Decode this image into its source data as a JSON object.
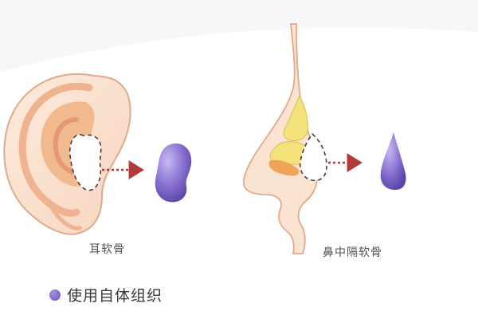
{
  "diagram": {
    "ear_label": "耳软骨",
    "nose_label": "鼻中隔软骨",
    "caption": "使用自体组织"
  },
  "colors": {
    "background": "#ffffff",
    "skin": "#fbe3d2",
    "skin_outline": "#e0a98c",
    "ear_inner": "#f1b98e",
    "cartilage_purple": "#8a73d2",
    "arrow": "#b33a3a",
    "nose_yellow": "#f3e27a",
    "nose_orange": "#f0a35a"
  },
  "icons": {
    "bullet": "purple-dot-icon",
    "arrow": "dotted-arrow-icon"
  }
}
